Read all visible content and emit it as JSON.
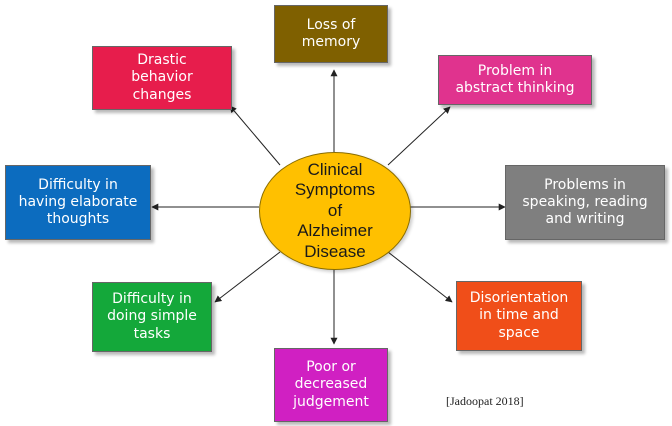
{
  "center": {
    "label": "Clinical\nSymptoms\nof\nAlzheimer\nDisease",
    "color": "#ffc000"
  },
  "nodes": {
    "memory": {
      "label": "Loss of\nmemory",
      "color": "#7f6000"
    },
    "abstract": {
      "label": "Problem in\nabstract thinking",
      "color": "#e0338e"
    },
    "speaking": {
      "label": "Problems in\nspeaking, reading\nand writing",
      "color": "#7f7f7f"
    },
    "disorientation": {
      "label": "Disorientation\nin time and\nspace",
      "color": "#f04e19"
    },
    "judgement": {
      "label": "Poor or\ndecreased\njudgement",
      "color": "#d020c2"
    },
    "tasks": {
      "label": "Difficulty in\ndoing simple\ntasks",
      "color": "#14a83a"
    },
    "thoughts": {
      "label": "Difficulty in\nhaving elaborate\nthoughts",
      "color": "#0c6cbf"
    },
    "behavior": {
      "label": "Drastic\nbehavior\nchanges",
      "color": "#e71d4c"
    }
  },
  "citation": "[Jadoopat 2018]"
}
